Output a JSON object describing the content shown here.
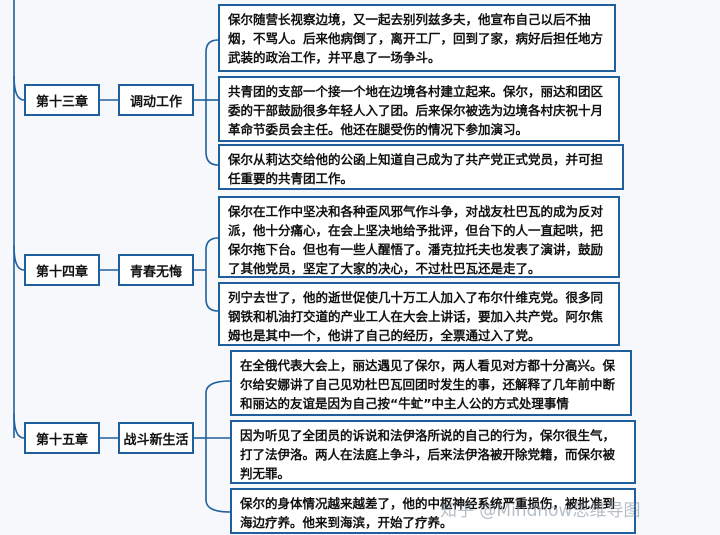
{
  "mindmap": {
    "chapters": [
      {
        "chapter": "第十三章",
        "topic": "调动工作",
        "notes": [
          "保尔随营长视察边境，又一起去别列兹多夫，他宣布自己以后不抽烟，不骂人。后来他病倒了，离开工厂，回到了家，病好后担任地方武装的政治工作，并平息了一场争斗。",
          "共青团的支部一个接一个地在边境各村建立起来。保尔，丽达和团区委的干部鼓励很多年轻人入了团。后来保尔被选为边境各村庆祝十月革命节委员会主任。他还在腿受伤的情况下参加演习。",
          "保尔从莉达交给他的公函上知道自己成为了共产党正式党员，并可担任重要的共青团工作。"
        ]
      },
      {
        "chapter": "第十四章",
        "topic": "青春无悔",
        "notes": [
          "保尔在工作中坚决和各种歪风邪气作斗争，对战友杜巴瓦的成为反对派，他十分痛心，在会上坚决地给予批评，但台下的人一直起哄，把保尔拖下台。但也有一些人醒悟了。潘克拉托夫也发表了演讲，鼓励了其他党员，坚定了大家的决心，不过杜巴瓦还是走了。",
          "列宁去世了，他的逝世促使几十万工人加入了布尔什维克党。很多同钢铁和机油打交道的产业工人在大会上讲话，要加入共产党。阿尔焦姆也是其中一个，他讲了自己的经历，全票通过入了党。"
        ]
      },
      {
        "chapter": "第十五章",
        "topic": "战斗新生活",
        "notes": [
          "在全俄代表大会上，丽达遇见了保尔，两人看见对方都十分高兴。保尔给安娜讲了自己见劝杜巴瓦回团时发生的事，还解释了几年前中断和丽达的友谊是因为自己按“牛虻”中主人公的方式处理事情",
          "因为听见了全团员的诉说和法伊洛所说的自己的行为，保尔很生气，打了法伊洛。两人在法庭上争斗，后来法伊洛被开除党籍，而保尔被判无罪。",
          "保尔的身体情况越来越差了，他的中枢神经系统严重损伤，被批准到海边疗养。他来到海滨，开始了疗养。"
        ]
      }
    ]
  },
  "watermark": "知乎 @Mindnow思维导图",
  "colors": {
    "border": "#1f5f9e",
    "line": "#1f5f9e",
    "background": "#f6f8fb"
  }
}
